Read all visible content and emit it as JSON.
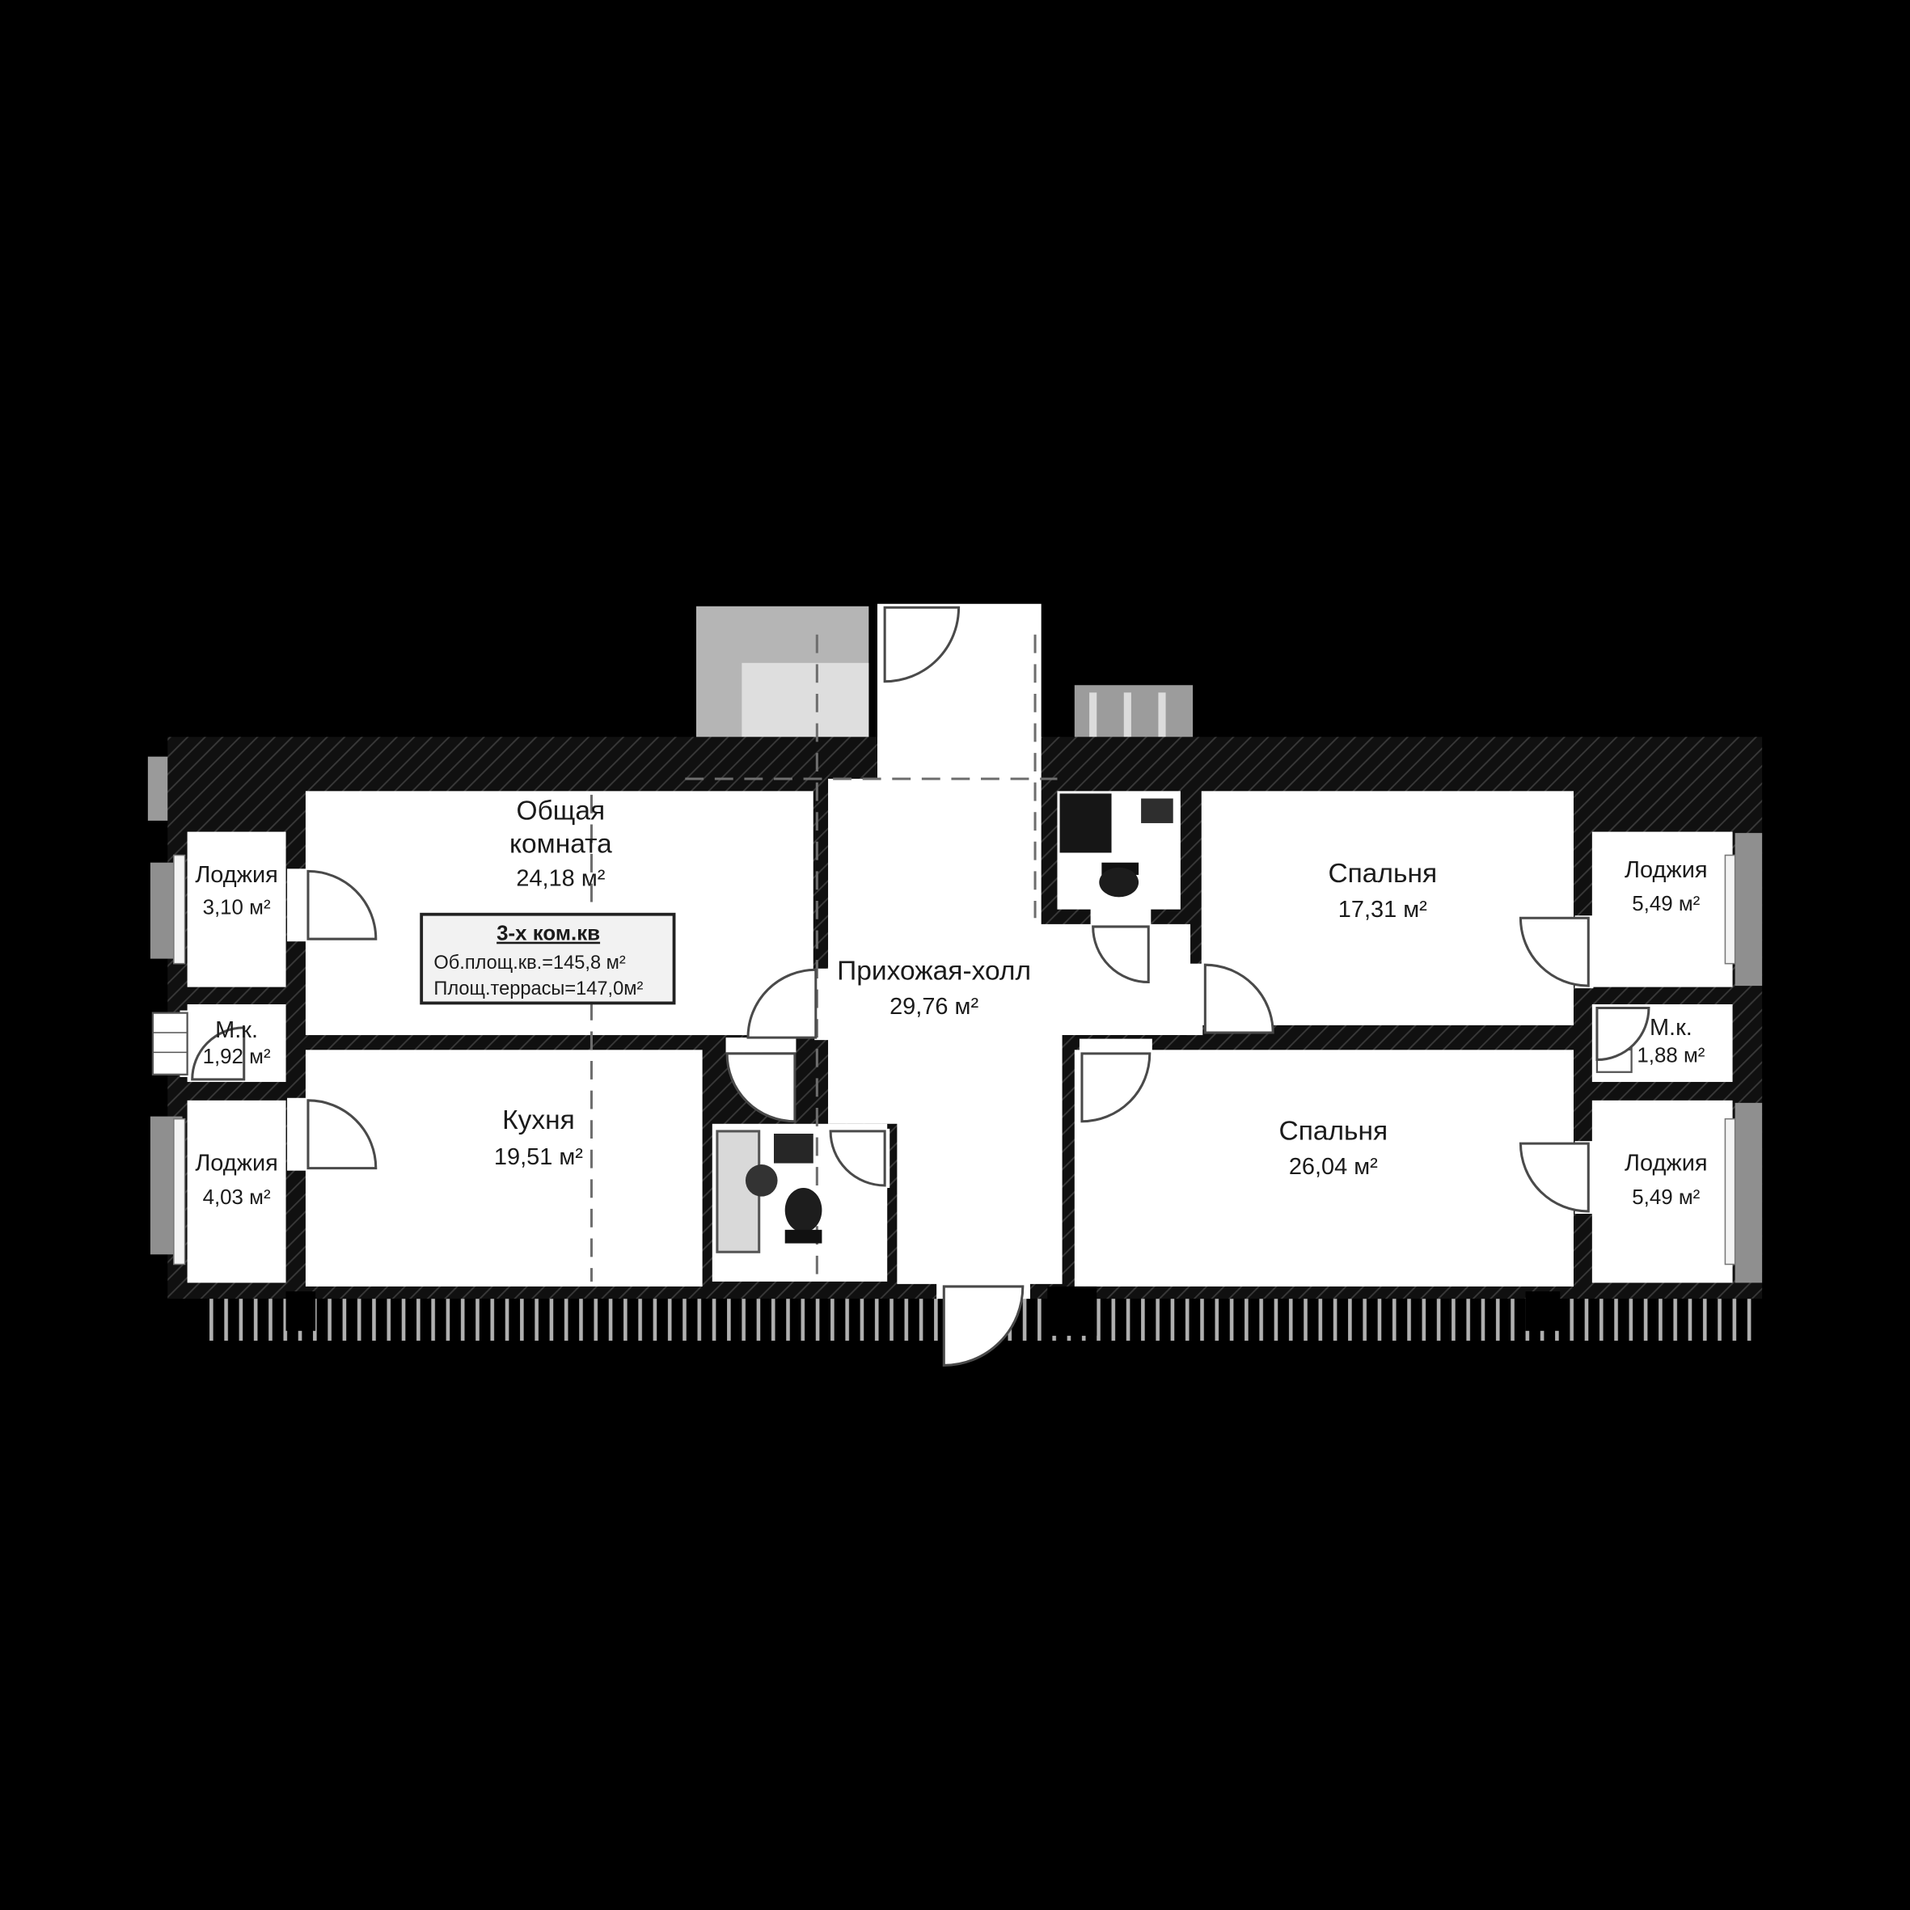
{
  "plan": {
    "info_box": {
      "title": "3-х ком.кв",
      "total_area": "Об.площ.кв.=145,8 м²",
      "terrace_area": "Площ.террасы=147,0м²"
    },
    "rooms": {
      "loggia_top_left": {
        "label": "Лоджия",
        "area": "3,10 м²"
      },
      "storage_left": {
        "label": "М.к.",
        "area": "1,92 м²"
      },
      "loggia_bottom_left": {
        "label": "Лоджия",
        "area": "4,03 м²"
      },
      "living_room": {
        "label_line1": "Общая",
        "label_line2": "комната",
        "area": "24,18 м²"
      },
      "kitchen": {
        "label": "Кухня",
        "area": "19,51 м²"
      },
      "hall": {
        "label": "Прихожая-холл",
        "area": "29,76 м²"
      },
      "bedroom_top_right": {
        "label": "Спальня",
        "area": "17,31 м²"
      },
      "loggia_top_right": {
        "label": "Лоджия",
        "area": "5,49 м²"
      },
      "storage_right": {
        "label": "М.к.",
        "area": "1,88 м²"
      },
      "bedroom_bottom_right": {
        "label": "Спальня",
        "area": "26,04 м²"
      },
      "loggia_bottom_right": {
        "label": "Лоджия",
        "area": "5,49 м²"
      }
    },
    "colors": {
      "background": "#000000",
      "wall": "#111111",
      "room_fill": "#ffffff",
      "text": "#1b1b1b",
      "info_box_fill": "#f2f2f2"
    }
  }
}
